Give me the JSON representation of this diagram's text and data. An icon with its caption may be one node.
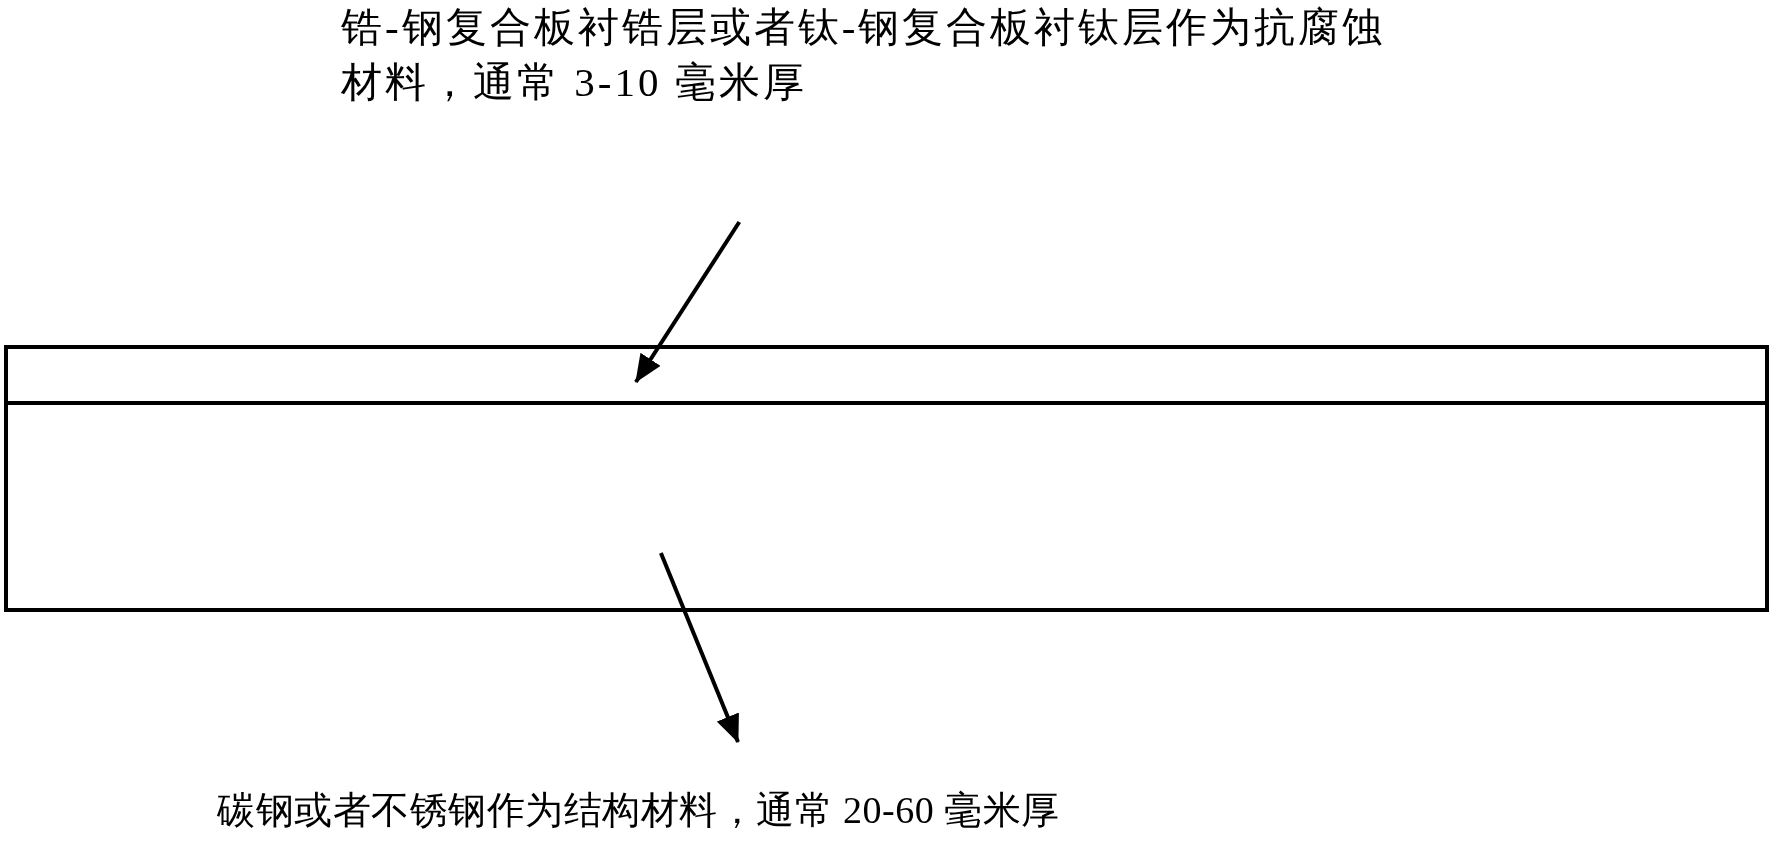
{
  "diagram": {
    "nodes": [
      {
        "text": [
          "锆-钢复合板衬锆层或者钛-钢复合板衬钛层作为抗腐蚀材料，通常 3-10 毫米厚"
        ]
      },
      {
        "text": [],
        "shape": "box"
      },
      {
        "text": [],
        "shape": "box"
      },
      {
        "text": [
          "碳钢或者不锈钢作为结构材料，通常 20-60 毫米厚"
        ]
      }
    ],
    "edges": [
      {
        "from": 0,
        "to": 1,
        "arrow": "to"
      },
      {
        "from": 2,
        "to": 3,
        "arrow": "to"
      }
    ]
  }
}
